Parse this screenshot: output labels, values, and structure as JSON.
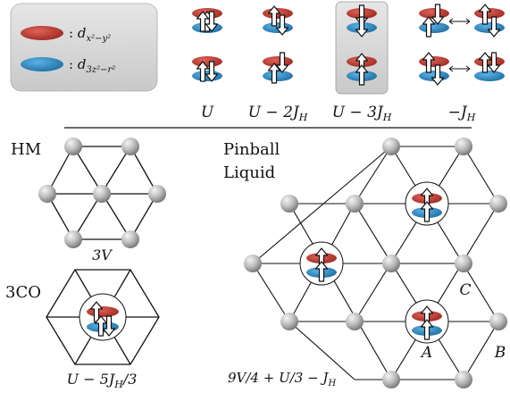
{
  "legend": {
    "item1": {
      "prefix": ": ",
      "label": "d",
      "sub": "x²−y²"
    },
    "item2": {
      "prefix": ": ",
      "label": "d",
      "sub": "3z²−r²"
    }
  },
  "energies": [
    "U",
    "U − 2J",
    "U − 3J",
    "−J"
  ],
  "energy_subscript": "H",
  "phases": {
    "hm": {
      "label": "HM",
      "energy": "3V"
    },
    "three_co": {
      "label": "3CO",
      "energy": "U − 5J",
      "energy_suffix": "/3"
    },
    "pinball": {
      "label_line1": "Pinball",
      "label_line2": "Liquid",
      "energy": "9V/4 + U/3 − J"
    }
  },
  "sublattices": [
    "A",
    "B",
    "C"
  ],
  "colors": {
    "orbital_x2y2": "#c0392b",
    "orbital_3z2": "#2e86c1",
    "site_gray": "#b8b8b8",
    "legend_box": "#d9d9d9"
  }
}
